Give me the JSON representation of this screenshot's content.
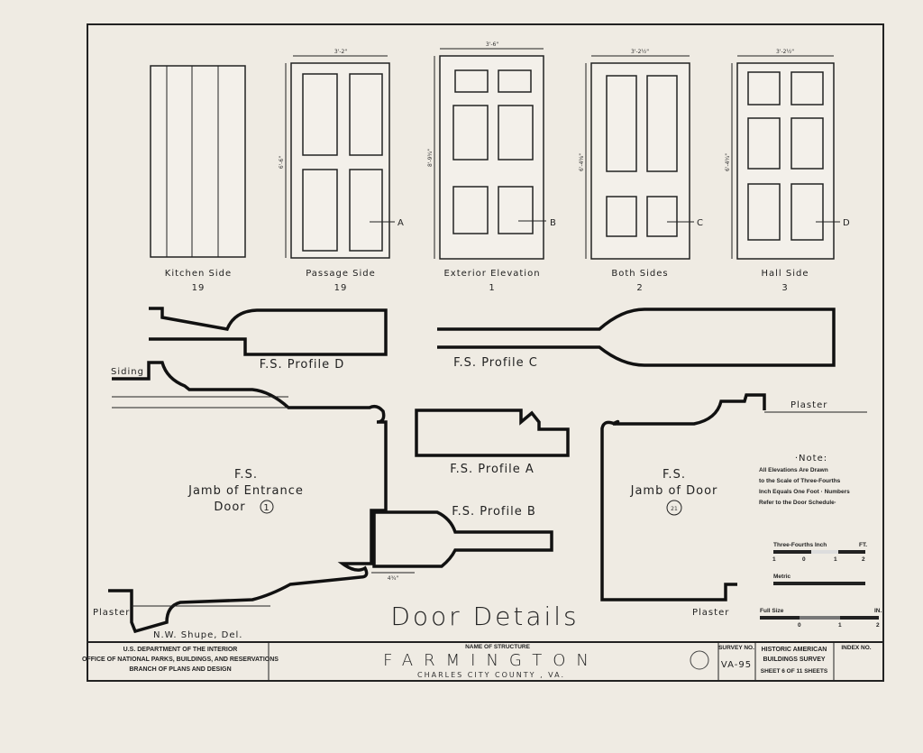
{
  "doors": [
    {
      "label": "Kitchen Side",
      "number": "19",
      "width": "",
      "height": "",
      "marker": ""
    },
    {
      "label": "Passage Side",
      "number": "19",
      "width": "3'-2\"",
      "height": "6'-6\"",
      "marker": "A"
    },
    {
      "label": "Exterior Elevation",
      "number": "1",
      "width": "3'-6\"",
      "height": "8'-9¾\"",
      "marker": "B"
    },
    {
      "label": "Both Sides",
      "number": "2",
      "width": "3'-2½\"",
      "height": "6'-4⅜\"",
      "marker": "C"
    },
    {
      "label": "Hall Side",
      "number": "3",
      "width": "3'-2½\"",
      "height": "6'-4¾\"",
      "marker": "D"
    }
  ],
  "profiles": {
    "d": "F.S. Profile D",
    "c": "F.S. Profile C",
    "a": "F.S. Profile A",
    "b": "F.S. Profile B",
    "b_dim": "4¾\""
  },
  "siding": "Siding",
  "plaster": "Plaster",
  "plaster2": "Plaster",
  "plaster3": "Plaster",
  "jamb_entrance": {
    "line1": "F.S.",
    "line2": "Jamb of Entrance",
    "line3": "Door",
    "number": "1"
  },
  "jamb_door": {
    "line1": "F.S.",
    "line2": "Jamb of Door",
    "number": "21"
  },
  "note": {
    "title": "·Note:",
    "lines": [
      "All Elevations Are Drawn",
      "to the Scale of Three-Fourths",
      "Inch Equals One Foot · Numbers",
      "Refer to the Door Schedule·"
    ]
  },
  "scales": {
    "three_fourths": "Three-Fourths Inch",
    "ft": "FT.",
    "metric": "Metric",
    "full_size": "Full Size",
    "in": "IN.",
    "ticks": [
      "1",
      "0",
      "1",
      "2"
    ]
  },
  "drawing_title": "Door Details",
  "delineator": "N.W. Shupe, Del.",
  "title_block": {
    "agency": [
      "U.S. DEPARTMENT OF THE INTERIOR",
      "OFFICE OF NATIONAL PARKS, BUILDINGS, AND RESERVATIONS",
      "BRANCH OF PLANS AND DESIGN"
    ],
    "name_label": "NAME OF STRUCTURE",
    "name": "FARMINGTON",
    "location": "CHARLES CITY COUNTY ,  VA.",
    "survey_label": "SURVEY NO.",
    "survey_no": "VA-95",
    "habs": [
      "HISTORIC AMERICAN",
      "BUILDINGS SURVEY"
    ],
    "sheet": "SHEET 6 OF 11 SHEETS",
    "index_label": "INDEX NO."
  }
}
